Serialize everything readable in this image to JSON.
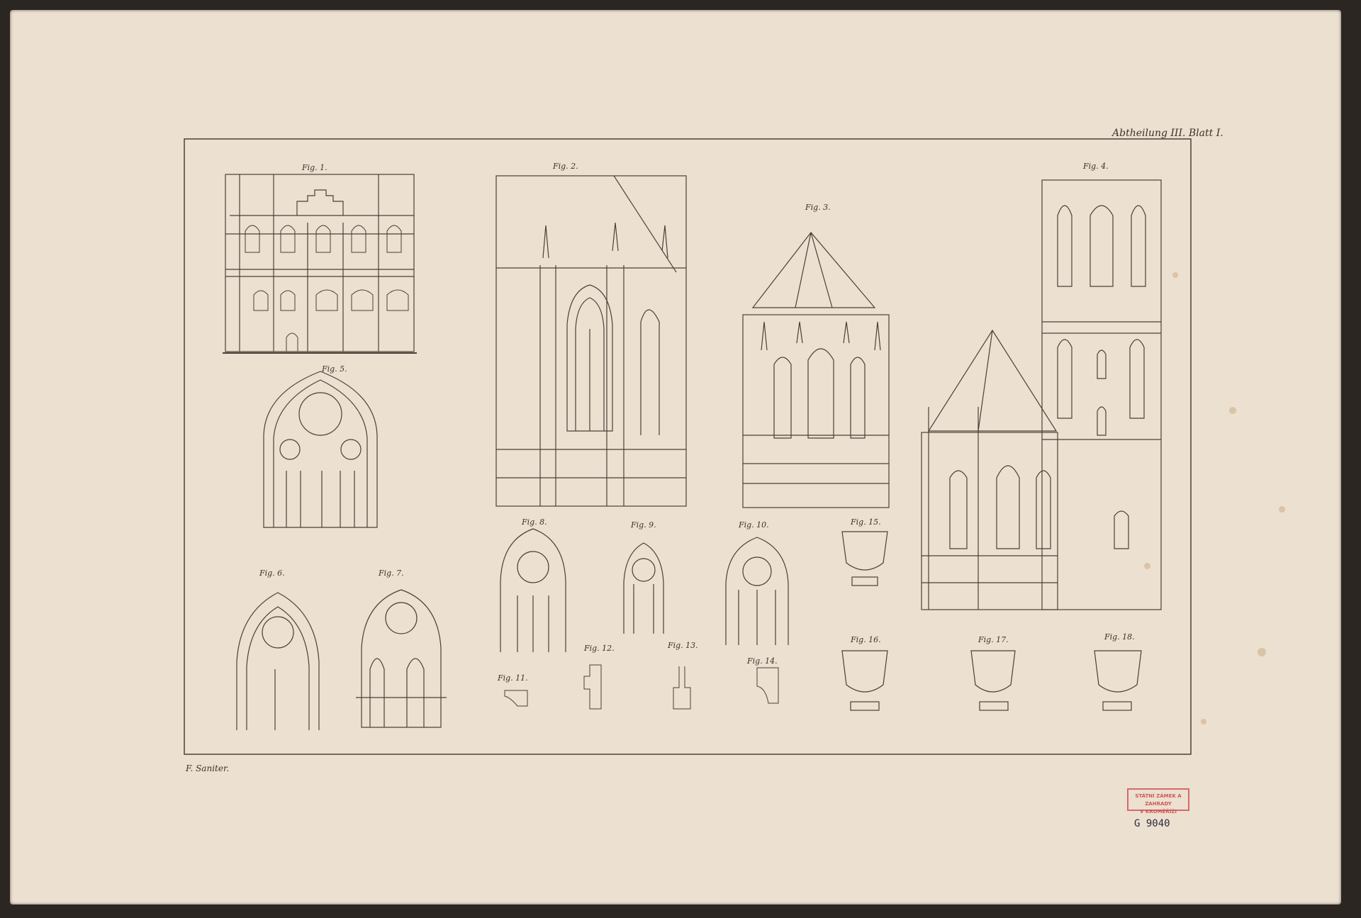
{
  "plate": {
    "header": "Abtheilung III. Blatt I.",
    "signature": "F. Saniter.",
    "stamp_line1": "STÁTNÍ ZÁMEK A ZAHRADY",
    "stamp_line2": "V KROMĚŘÍŽI",
    "shelfmark": "G  9040"
  },
  "figures": {
    "fig1": "Fig. 1.",
    "fig2": "Fig. 2.",
    "fig3": "Fig. 3.",
    "fig4": "Fig. 4.",
    "fig5": "Fig. 5.",
    "fig6": "Fig. 6.",
    "fig7": "Fig. 7.",
    "fig8": "Fig. 8.",
    "fig9": "Fig. 9.",
    "fig10": "Fig. 10.",
    "fig11": "Fig. 11.",
    "fig12": "Fig. 12.",
    "fig13": "Fig. 13.",
    "fig14": "Fig. 14.",
    "fig15": "Fig. 15.",
    "fig16": "Fig. 16.",
    "fig17": "Fig. 17.",
    "fig18": "Fig. 18."
  }
}
